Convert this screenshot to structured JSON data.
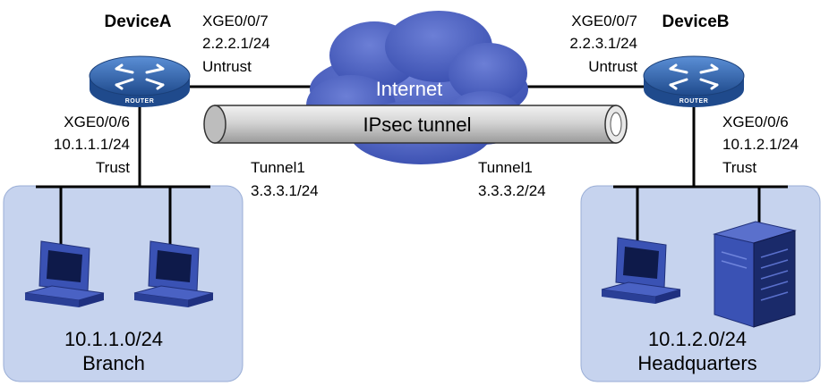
{
  "devices": {
    "device_a": {
      "name": "DeviceA",
      "icon_label": "ROUTER",
      "wan_port": "XGE0/0/7",
      "wan_ip": "2.2.2.1/24",
      "wan_zone": "Untrust",
      "lan_port": "XGE0/0/6",
      "lan_ip": "10.1.1.1/24",
      "lan_zone": "Trust",
      "tunnel_name": "Tunnel1",
      "tunnel_ip": "3.3.3.1/24"
    },
    "device_b": {
      "name": "DeviceB",
      "icon_label": "ROUTER",
      "wan_port": "XGE0/0/7",
      "wan_ip": "2.2.3.1/24",
      "wan_zone": "Untrust",
      "lan_port": "XGE0/0/6",
      "lan_ip": "10.1.2.1/24",
      "lan_zone": "Trust",
      "tunnel_name": "Tunnel1",
      "tunnel_ip": "3.3.3.2/24"
    }
  },
  "internet": {
    "label": "Internet"
  },
  "tunnel": {
    "label": "IPsec tunnel"
  },
  "sites": {
    "branch": {
      "subnet": "10.1.1.0/24",
      "name": "Branch"
    },
    "headquarters": {
      "subnet": "10.1.2.0/24",
      "name": "Headquarters"
    }
  },
  "colors": {
    "site_fill": "#c6d3ee",
    "site_border": "#9aaed6",
    "cloud_fill": "#4a5fbf",
    "router_body": "#2f5fa8",
    "pc_body": "#3a52b4",
    "tunnel_fill": "#d9d9d9"
  },
  "icons": [
    "router-icon",
    "cloud-icon",
    "pc-icon",
    "server-icon",
    "tunnel-pipe-icon"
  ]
}
